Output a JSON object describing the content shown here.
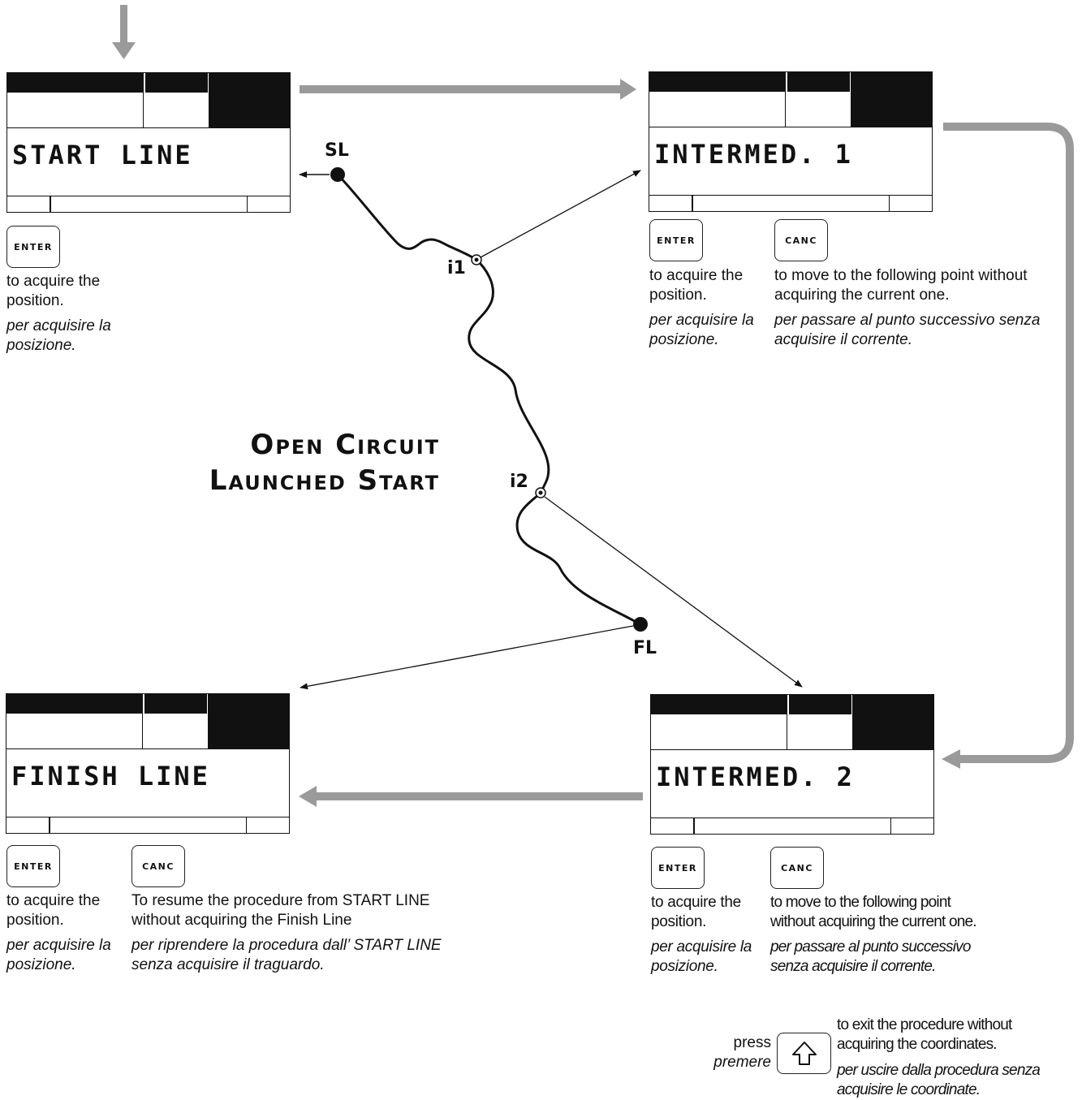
{
  "diagram_title": {
    "line1": "Open Circuit",
    "line2": "Launched Start"
  },
  "points": {
    "sl": "SL",
    "i1": "i1",
    "i2": "i2",
    "fl": "FL"
  },
  "screens": {
    "start": "START LINE",
    "intermed1": "INTERMED. 1",
    "intermed2": "INTERMED. 2",
    "finish": "FINISH LINE"
  },
  "keys": {
    "enter": "ENTER",
    "canc": "CANC"
  },
  "start_instructions": {
    "enter_en": "to acquire the position.",
    "enter_it": "per acquisire la posizione."
  },
  "intermed1_instructions": {
    "enter_en": "to acquire the position.",
    "enter_it": "per acquisire la posizione.",
    "canc_en": "to move to the following point without acquiring the current one.",
    "canc_it": "per passare al punto successivo senza acquisire il corrente."
  },
  "intermed2_instructions": {
    "enter_en": "to acquire the position.",
    "enter_it": "per acquisire la posizione.",
    "canc_en": "to move to the following point without acquiring the current one.",
    "canc_it": "per passare al punto successivo senza acquisire il corrente."
  },
  "finish_instructions": {
    "enter_en": "to acquire the position.",
    "enter_it": "per acquisire la posizione.",
    "canc_en": "To resume the procedure from START LINE without acquiring the Finish Line",
    "canc_it": "per riprendere la procedura dall’ START LINE senza acquisire il traguardo."
  },
  "exit": {
    "press_en": "press",
    "press_it": "premere",
    "desc_en": "to exit the procedure without acquiring the coordinates.",
    "desc_it": "per uscire dalla procedura senza acquisire le coordinate."
  },
  "colors": {
    "flow_arrow": "#9a9a9a",
    "ink": "#111111"
  }
}
